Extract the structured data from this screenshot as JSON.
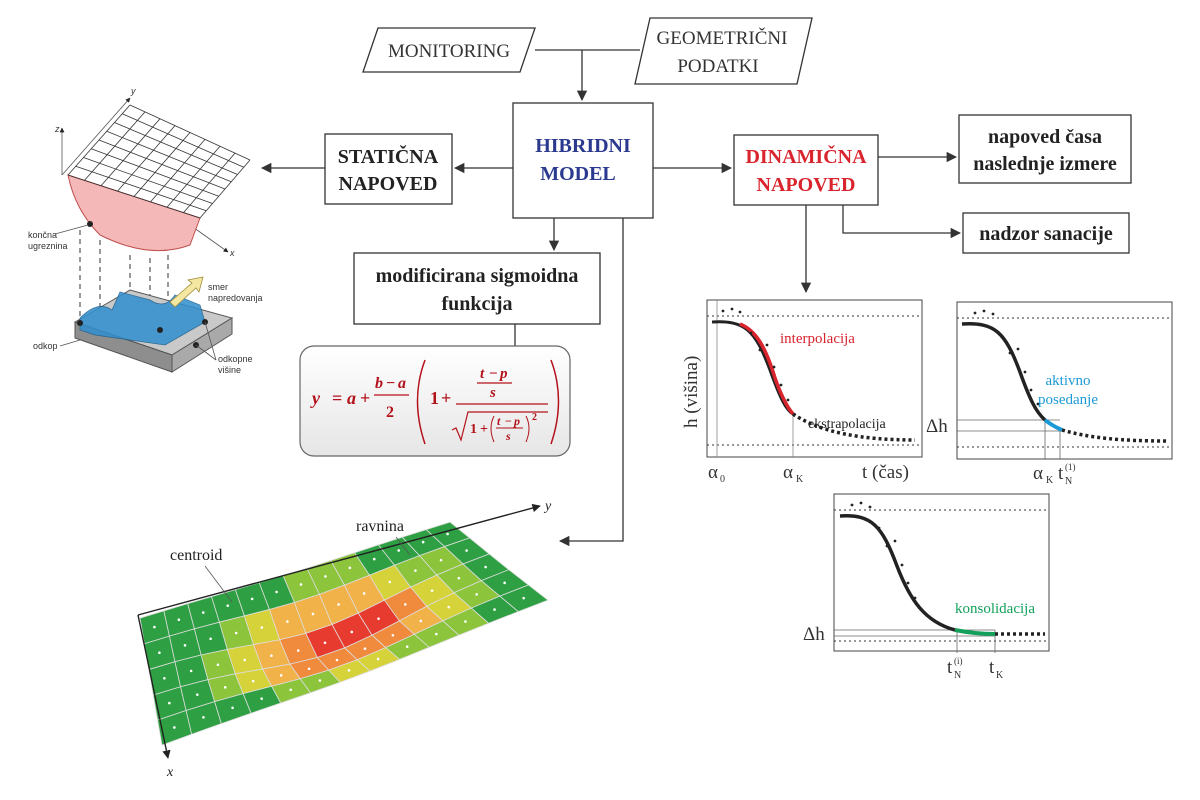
{
  "inputs": {
    "monitoring": "MONITORING",
    "geometric_line1": "GEOMETRIČNI",
    "geometric_line2": "PODATKI"
  },
  "center": {
    "line1": "HIBRIDNI",
    "line2": "MODEL",
    "color": "#2b3a8f"
  },
  "static_forecast": {
    "line1": "STATIČNA",
    "line2": "NAPOVED"
  },
  "dynamic_forecast": {
    "line1": "DINAMIČNA",
    "line2": "NAPOVED",
    "color": "#d9232d"
  },
  "outputs": {
    "next_time_line1": "napoved časa",
    "next_time_line2": "naslednje izmere",
    "remediation": "nadzor sanacije"
  },
  "sigmoid": {
    "line1": "modificirana sigmoidna",
    "line2": "funkcija",
    "formula_parts": {
      "y": "y",
      "a": "a",
      "b": "b",
      "p": "p",
      "s": "s",
      "t": "t",
      "two": "2",
      "one": "1"
    },
    "formula_color": "#b3121b"
  },
  "surface_3d": {
    "axis_x": "x",
    "axis_y": "y",
    "axis_z": "z",
    "label_final_subsidence_1": "končna",
    "label_final_subsidence_2": "ugreznina",
    "label_direction_1": "smer",
    "label_direction_2": "napredovanja",
    "label_excavation": "odkop",
    "label_heights_1": "odkopne",
    "label_heights_2": "višine",
    "surface_color": "#f4b8b8",
    "excavation_color": "#2f8fcf"
  },
  "mesh": {
    "label_centroid": "centroid",
    "label_plane": "ravnina",
    "axis_x": "x",
    "axis_y": "y",
    "colors": [
      "#2ea043",
      "#8cc43c",
      "#d6d23a",
      "#f2b24a",
      "#f08a3c",
      "#e63b2e"
    ]
  },
  "chart1": {
    "ylabel": "h (višina)",
    "xlabel": "t (čas)",
    "alpha0": "α",
    "alpha0_sub": "0",
    "alphaK": "α",
    "alphaK_sub": "K",
    "label_interp": "interpolacija",
    "label_extrap": "ekstrapolacija",
    "interp_color": "#d9232d"
  },
  "chart2": {
    "dh": "Δh",
    "label_active1": "aktivno",
    "label_active2": "posedanje",
    "alphaK": "α",
    "alphaK_sub": "K",
    "tN": "t",
    "tN_sub": "N",
    "tN_sup": "(1)",
    "active_color": "#1b9ad6"
  },
  "chart3": {
    "dh": "Δh",
    "label_consolidation": "konsolidacija",
    "tN": "t",
    "tN_sub": "N",
    "tN_sup": "(i)",
    "tK": "t",
    "tK_sub": "K",
    "consolidation_color": "#13a05a"
  }
}
